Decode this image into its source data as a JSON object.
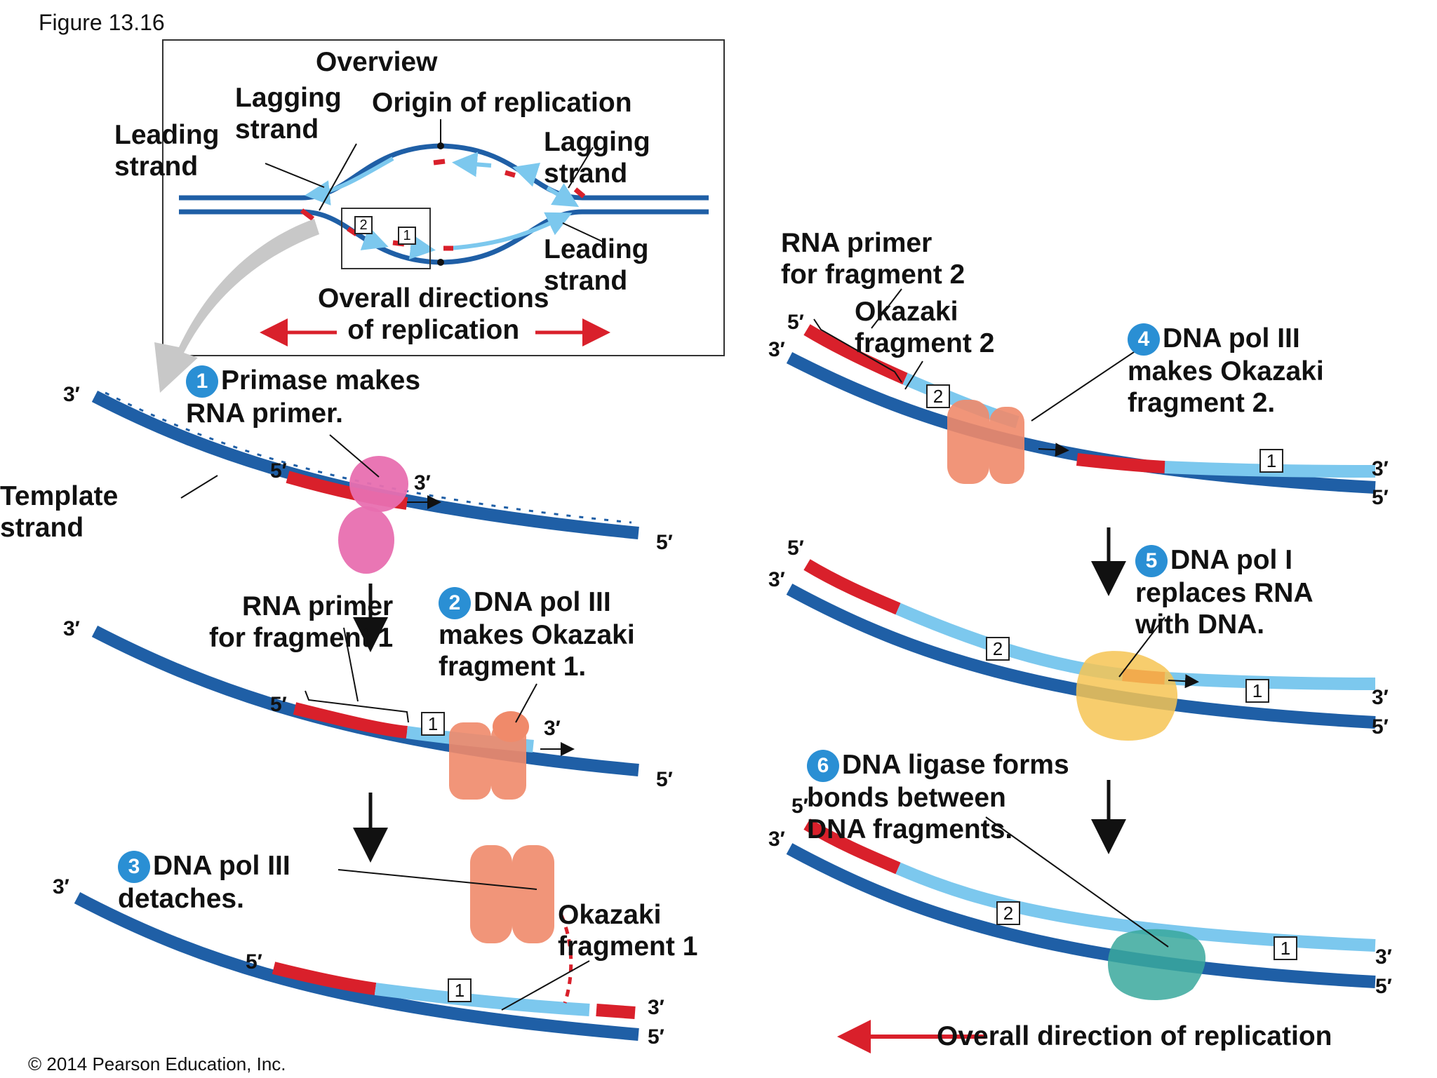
{
  "figure_label": "Figure 13.16",
  "copyright": "© 2014 Pearson Education, Inc.",
  "overview": {
    "title": "Overview",
    "leading_strand_left": "Leading\nstrand",
    "lagging_strand_left": "Lagging\nstrand",
    "origin": "Origin of replication",
    "lagging_strand_right": "Lagging\nstrand",
    "leading_strand_right": "Leading\nstrand",
    "directions": "Overall directions\nof replication",
    "box_2": "2",
    "box_1": "1"
  },
  "ends": {
    "three": "3′",
    "five": "5′"
  },
  "steps": [
    {
      "num": "1",
      "text_line1": "Primase makes",
      "text_line2": "RNA primer."
    },
    {
      "num": "2",
      "text_line1": "DNA pol III",
      "text_line2": "makes Okazaki",
      "text_line3": "fragment 1."
    },
    {
      "num": "3",
      "text_line1": "DNA pol III",
      "text_line2": "detaches."
    },
    {
      "num": "4",
      "text_line1": "DNA pol III",
      "text_line2": "makes Okazaki",
      "text_line3": "fragment 2."
    },
    {
      "num": "5",
      "text_line1": "DNA pol I",
      "text_line2": "replaces RNA",
      "text_line3": "with DNA."
    },
    {
      "num": "6",
      "text_line1": "DNA ligase forms",
      "text_line2": "bonds between",
      "text_line3": "DNA fragments."
    }
  ],
  "labels": {
    "template_strand": "Template\nstrand",
    "rna_primer_fragment1": "RNA primer\nfor fragment 1",
    "okazaki_fragment1": "Okazaki\nfragment 1",
    "rna_primer_fragment2": "RNA primer\nfor fragment 2",
    "okazaki_fragment2": "Okazaki\nfragment 2",
    "overall_direction": "Overall direction of replication"
  },
  "fragment_numbers": {
    "one": "1",
    "two": "2"
  },
  "colors": {
    "template_dark_blue": "#1f5fa6",
    "new_dna_light_blue": "#7cc8ee",
    "rna_primer_red": "#d9202b",
    "primase_pink": "#e86fb0",
    "pol3_salmon": "#f08a6a",
    "pol1_yellow": "#f6c453",
    "ligase_teal": "#3aa89c",
    "arrow_red": "#d9202b",
    "arrow_gray": "#c8c8c8",
    "badge_blue": "#2a8fd4"
  }
}
